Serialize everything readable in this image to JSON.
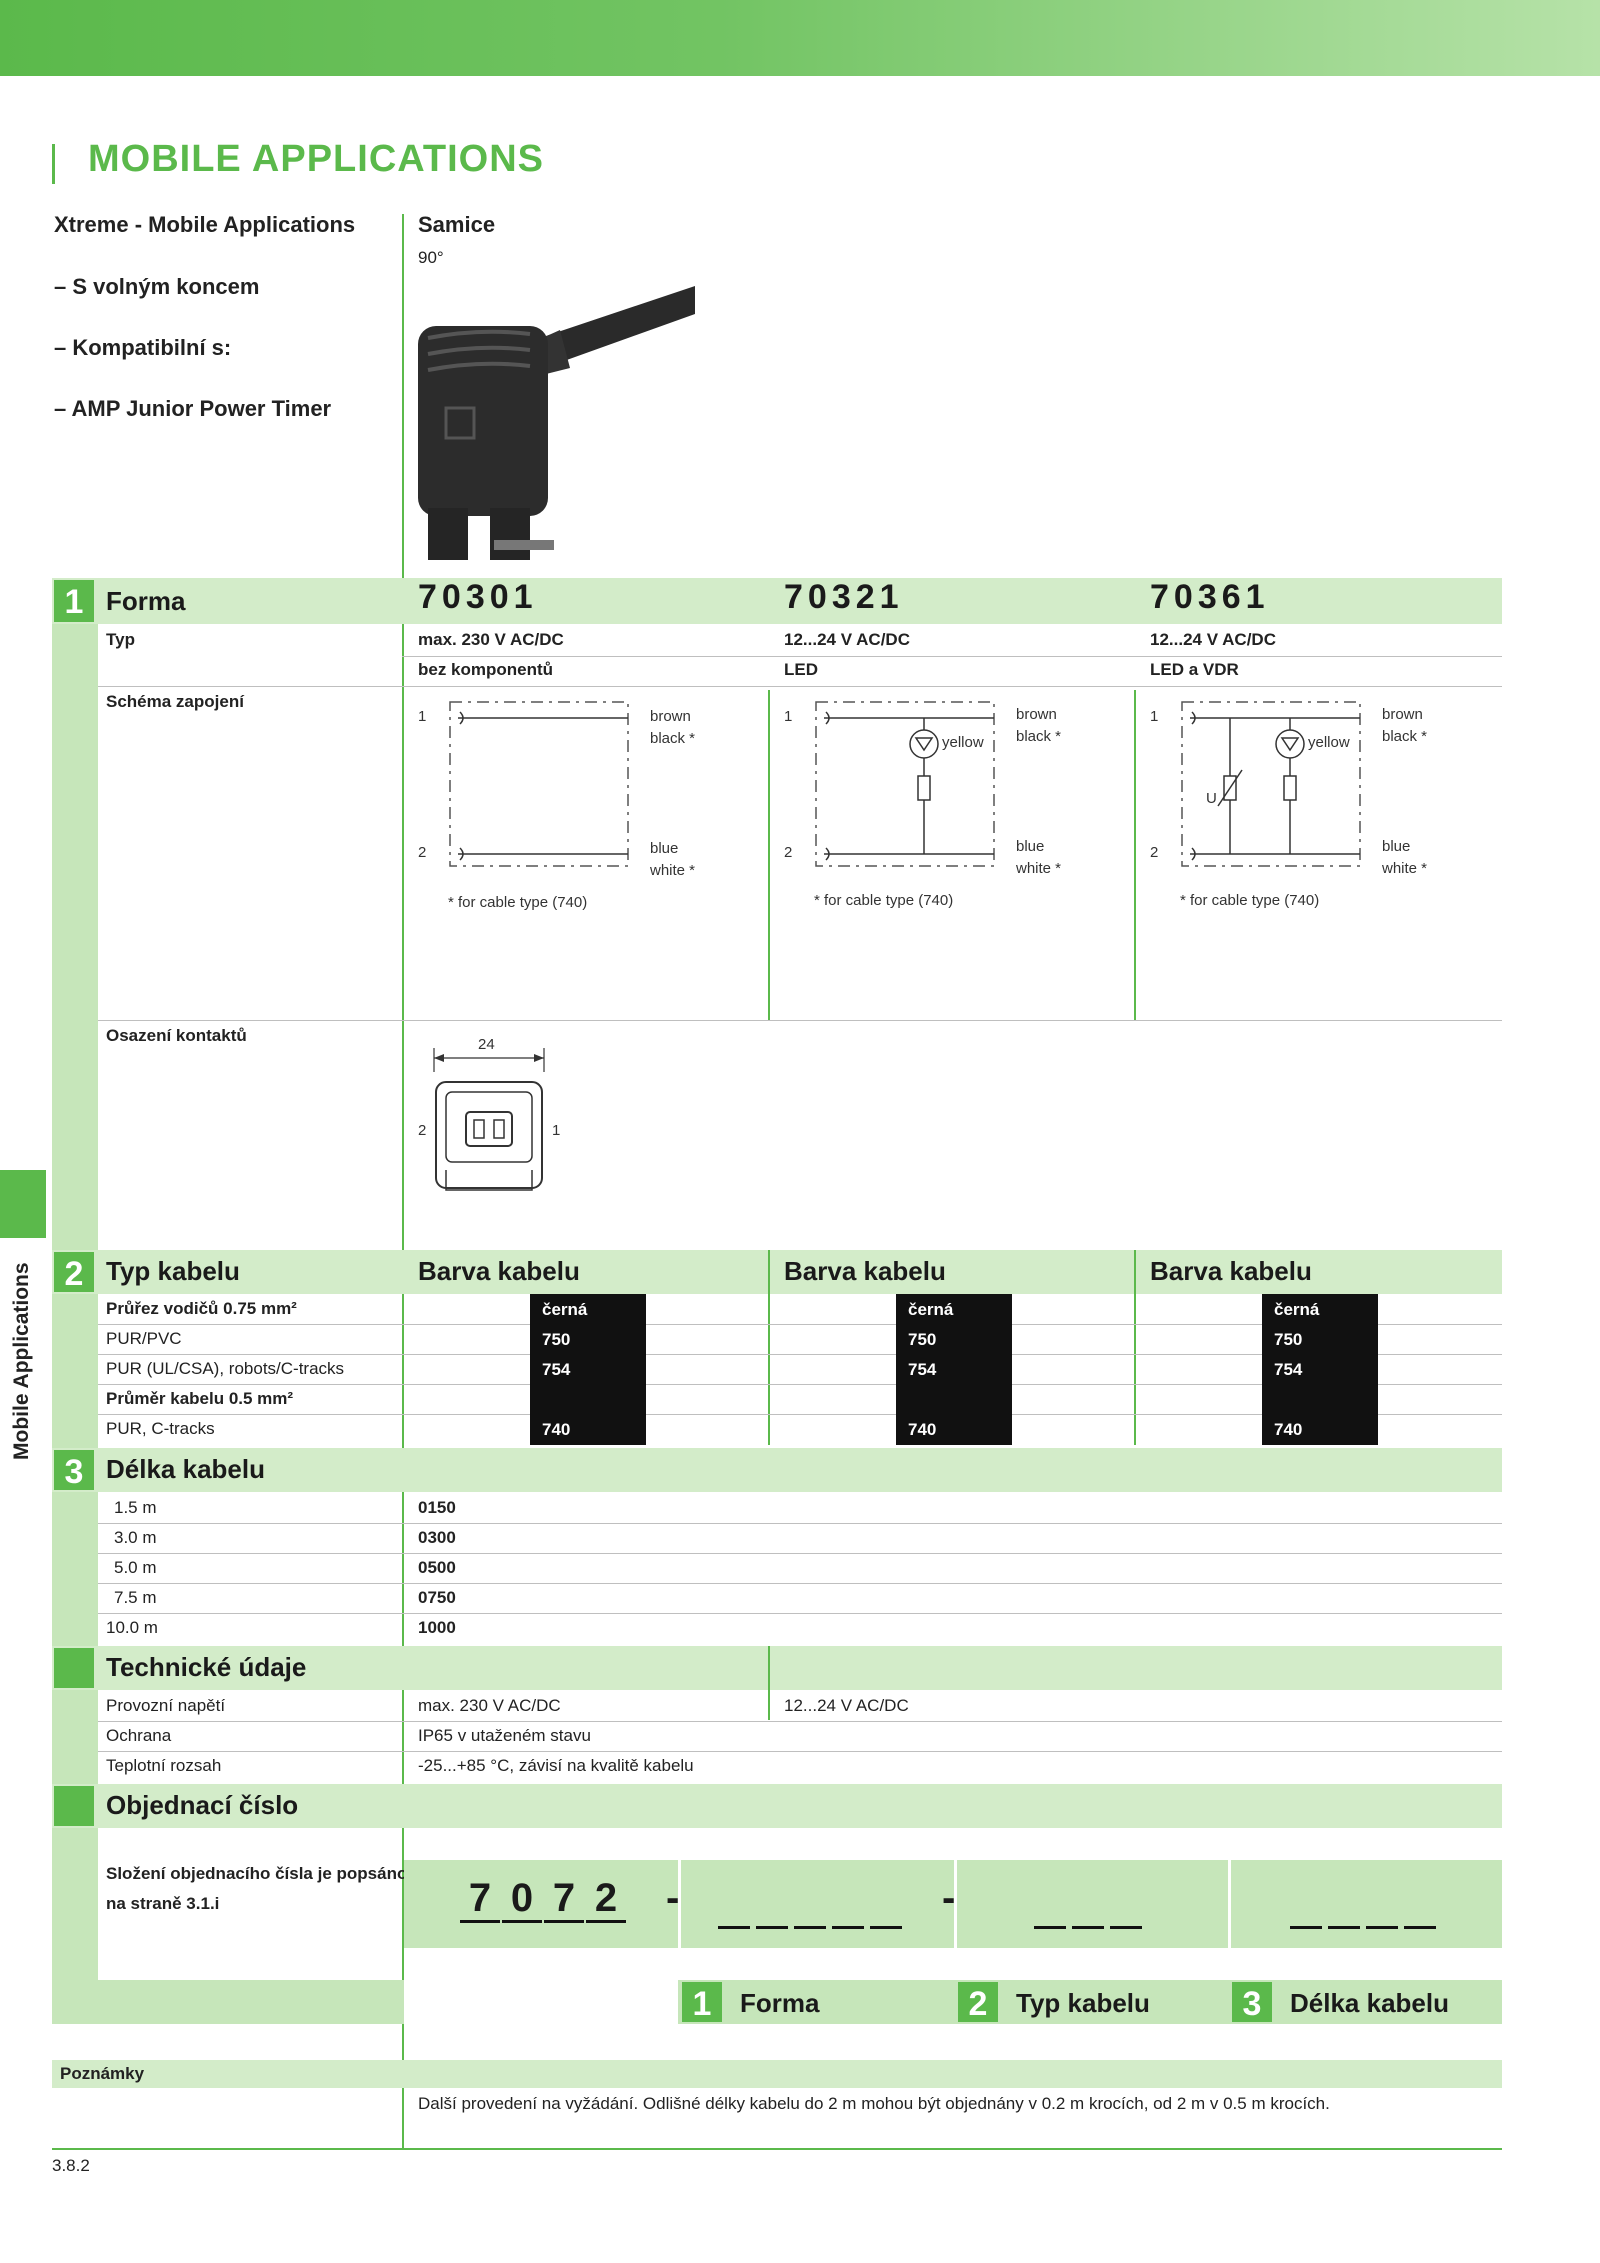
{
  "header": {
    "title": "MOBILE APPLICATIONS"
  },
  "intro": {
    "line1": "Xtreme - Mobile Applications",
    "line2": "– S volným koncem",
    "line3": "– Kompatibilní s:",
    "line4": "– AMP Junior Power Timer"
  },
  "product": {
    "kind": "Samice",
    "angle": "90°"
  },
  "section1": {
    "num": "1",
    "title": "Forma",
    "typ_label": "Typ",
    "schema_label": "Schéma zapojení",
    "osazeni_label": "Osazení kontaktů",
    "columns": [
      {
        "code": "70301",
        "voltage": "max. 230 V AC/DC",
        "component": "bez komponentů"
      },
      {
        "code": "70321",
        "voltage": "12...24 V AC/DC",
        "component": "LED"
      },
      {
        "code": "70361",
        "voltage": "12...24 V AC/DC",
        "component": "LED a VDR"
      }
    ],
    "schema": {
      "pin1": "1",
      "pin2": "2",
      "brown": "brown",
      "black": "black *",
      "blue": "blue",
      "white": "white *",
      "yellow": "yellow",
      "ui": "U",
      "footnote": "* for cable type (740)"
    },
    "contacts": {
      "dim": "24",
      "pin_left": "2",
      "pin_right": "1"
    }
  },
  "section2": {
    "num": "2",
    "title": "Typ kabelu",
    "col_title": "Barva kabelu",
    "rows": [
      {
        "label": "Průřez vodičů 0.75 mm²",
        "bold": true,
        "value": "černá"
      },
      {
        "label": "PUR/PVC",
        "bold": false,
        "value": "750"
      },
      {
        "label": "PUR (UL/CSA), robots/C-tracks",
        "bold": false,
        "value": "754"
      },
      {
        "label": "Průměr kabelu 0.5 mm²",
        "bold": true,
        "value": ""
      },
      {
        "label": "PUR, C-tracks",
        "bold": false,
        "value": "740"
      }
    ]
  },
  "section3": {
    "num": "3",
    "title": "Délka kabelu",
    "rows": [
      {
        "label": "1.5 m",
        "value": "0150"
      },
      {
        "label": "3.0 m",
        "value": "0300"
      },
      {
        "label": "5.0 m",
        "value": "0500"
      },
      {
        "label": "7.5 m",
        "value": "0750"
      },
      {
        "label": "10.0 m",
        "value": "1000"
      }
    ]
  },
  "tech": {
    "title": "Technické údaje",
    "voltage_label": "Provozní napětí",
    "voltage_a": "max. 230 V AC/DC",
    "voltage_b": "12...24 V AC/DC",
    "protection_label": "Ochrana",
    "protection": "IP65 v utaženém stavu",
    "temp_label": "Teplotní rozsah",
    "temp": "-25...+85 °C, závisí na kvalitě kabelu"
  },
  "order": {
    "title": "Objednací číslo",
    "desc1": "Složení objednacího čísla je popsáno",
    "desc2": "na straně 3.1.i",
    "digits": [
      "7",
      "0",
      "7",
      "2"
    ],
    "sep": "-",
    "keys": [
      {
        "num": "1",
        "label": "Forma"
      },
      {
        "num": "2",
        "label": "Typ kabelu"
      },
      {
        "num": "3",
        "label": "Délka kabelu"
      }
    ]
  },
  "notes": {
    "label": "Poznámky",
    "text": "Další provedení na vyžádání. Odlišné délky kabelu do 2 m mohou být objednány v 0.2 m krocích, od 2 m v 0.5 m krocích."
  },
  "sidebar": {
    "label": "Mobile Applications"
  },
  "footer": {
    "page": "3.8.2"
  }
}
